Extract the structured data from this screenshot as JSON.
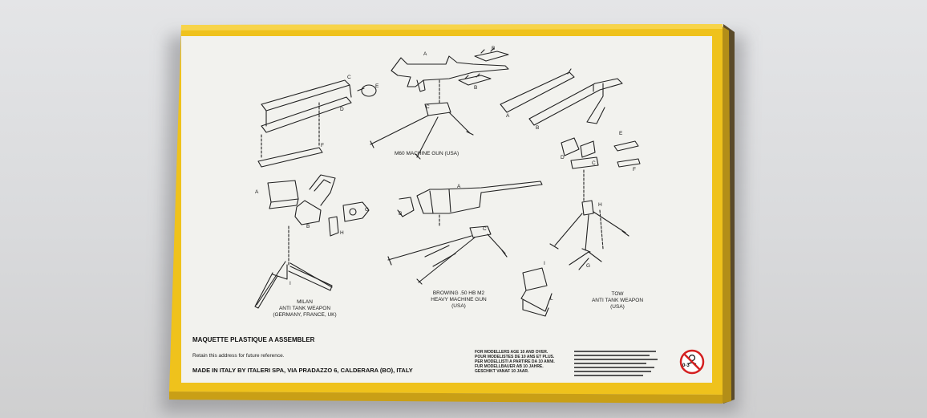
{
  "labels": {
    "m60": "M60 MACHINE GUN (USA)",
    "milan_1": "MILAN",
    "milan_2": "ANTI TANK WEAPON",
    "milan_3": "(GERMANY, FRANCE, UK)",
    "browning_1": "BROWING .50 HB M2",
    "browning_2": "HEAVY MACHINE GUN",
    "browning_3": "(USA)",
    "tow_1": "TOW",
    "tow_2": "ANTI TANK WEAPON",
    "tow_3": "(USA)"
  },
  "part_letters": {
    "a": "A",
    "b": "B",
    "c": "C",
    "d": "D",
    "e": "E",
    "f": "F",
    "g": "G",
    "h": "H",
    "i": "I",
    "l": "L"
  },
  "footer": {
    "assemble": "MAQUETTE PLASTIQUE A ASSEMBLER",
    "retain": "Retain this address  for future reference.",
    "made_in": "MADE IN ITALY BY ITALERI SPA, VIA PRADAZZO 6, CALDERARA (BO), ITALY",
    "age_warning": [
      "FOR MODELLERS AGE 10 AND OVER.",
      "POUR MODELISTES DE 10 ANS ET PLUS.",
      "PER MODELLISTI A PARTIRE DA 10 ANNI.",
      "FÜR MODELLBAUER AB 10 JAHRE.",
      "GESCHIKT VANAF 10 JAAR."
    ],
    "age_badge": "0-3"
  },
  "colors": {
    "box_yellow": "#efc21c",
    "panel_white": "#f2f2ee",
    "ink": "#1a1a1a",
    "warning_red": "#d42020"
  },
  "icons": [
    "no-children-under-3-icon"
  ]
}
